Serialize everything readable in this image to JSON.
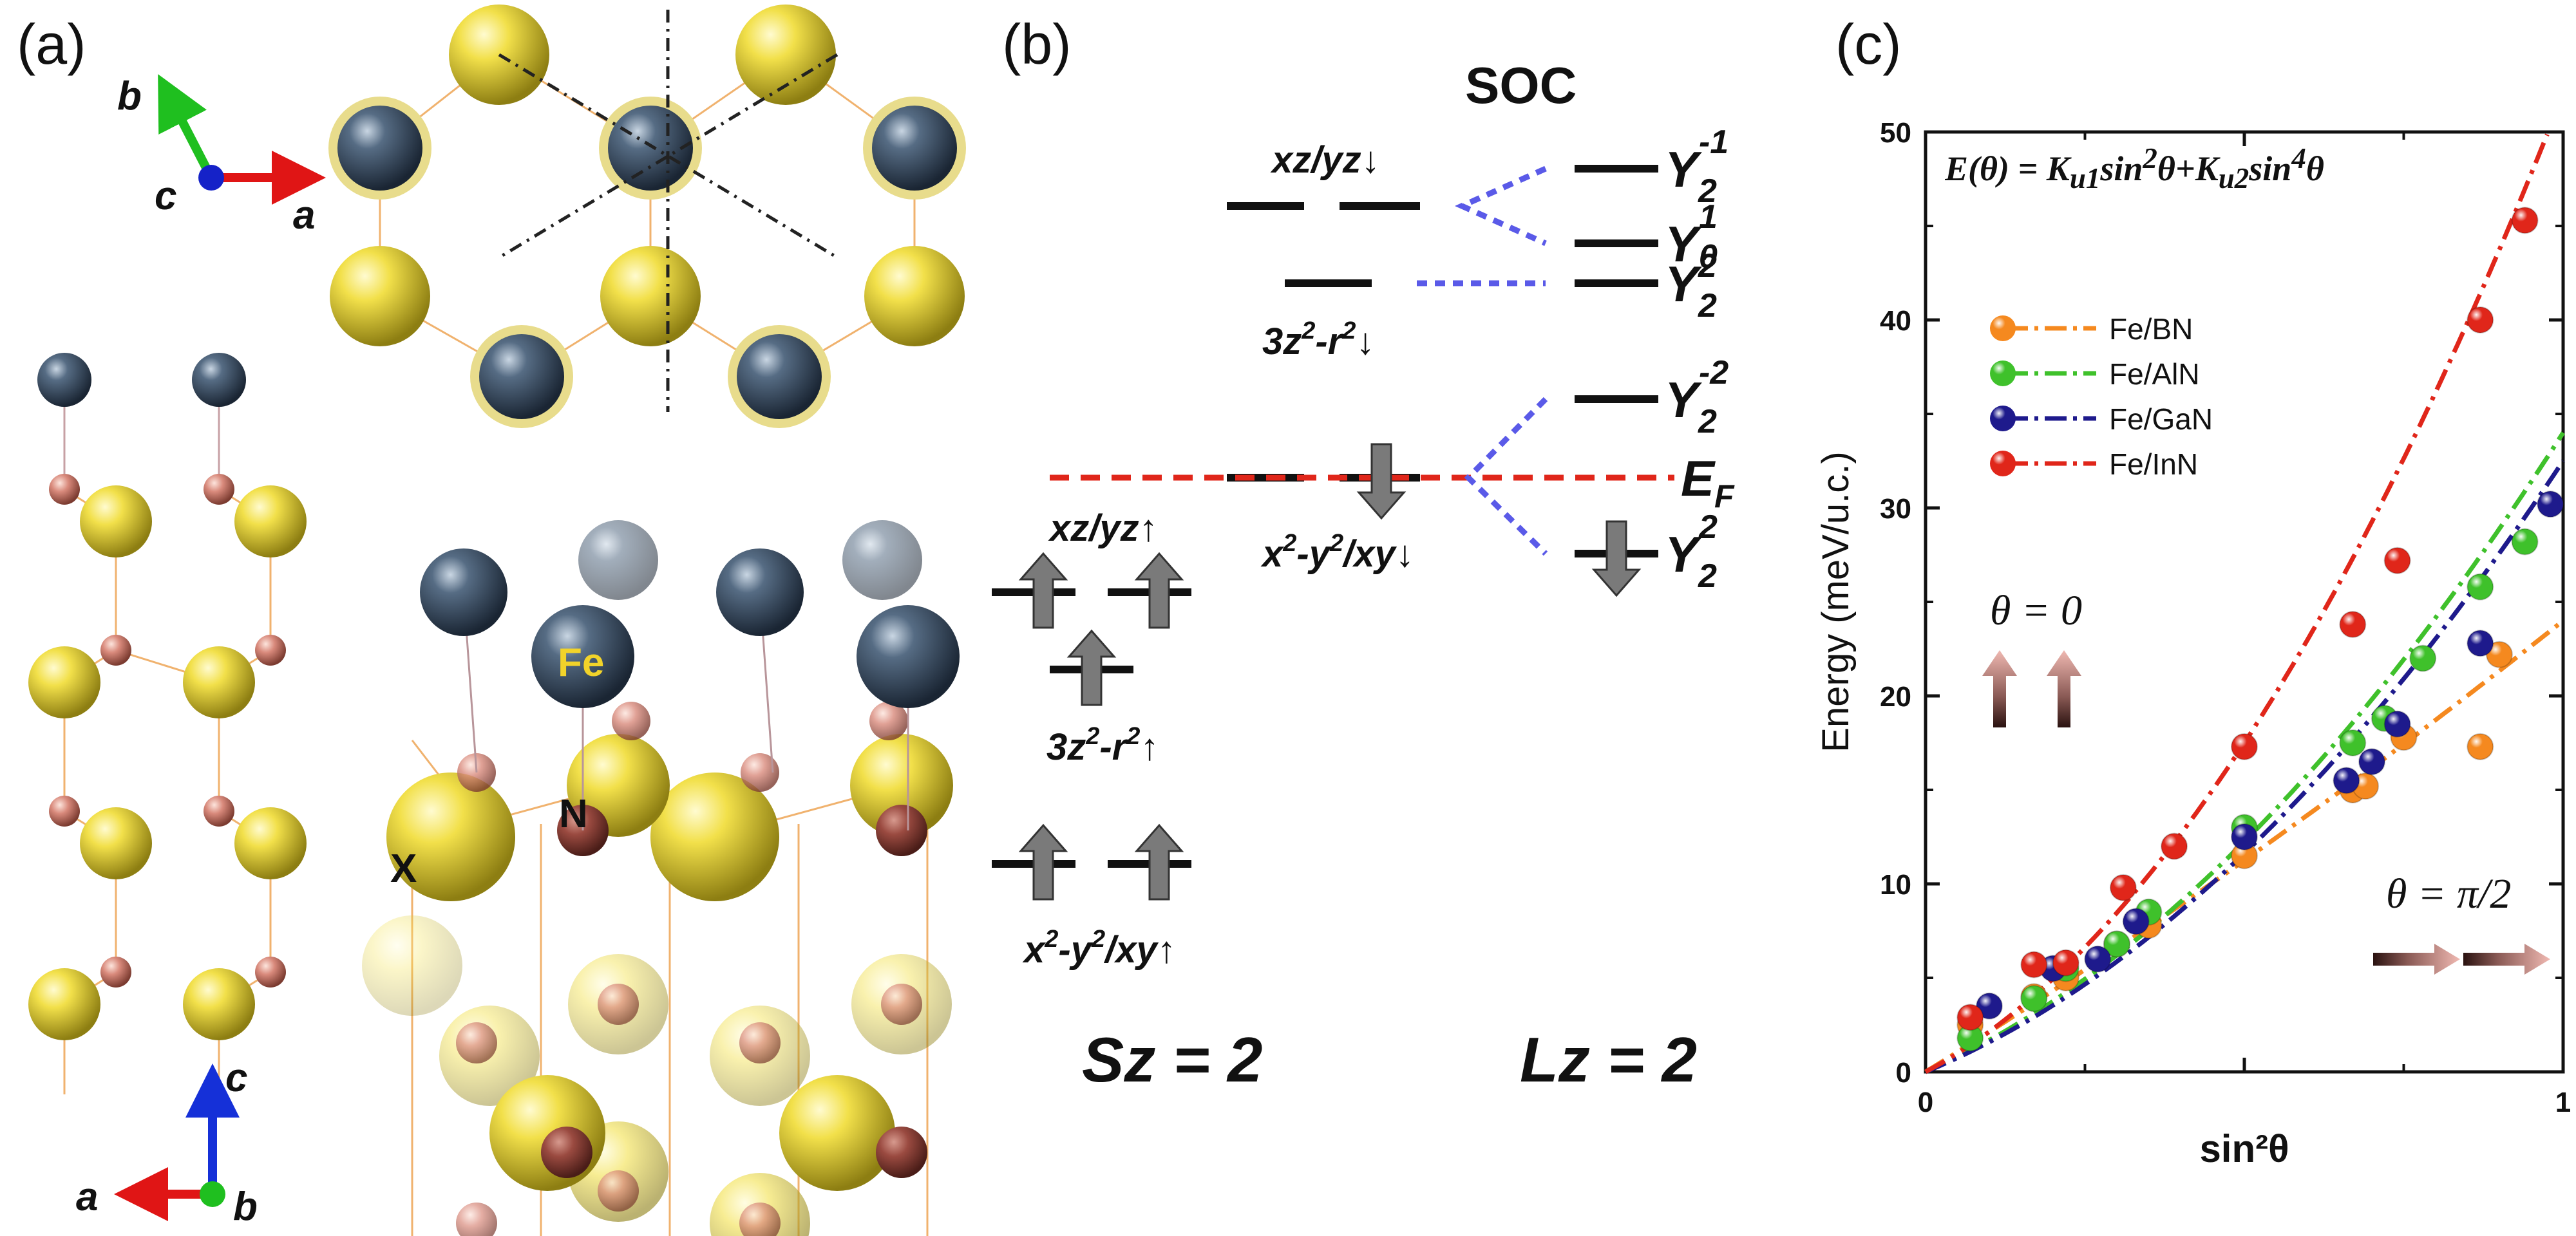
{
  "panel_a": {
    "label": "(a)",
    "axes_top": {
      "a": "a",
      "b": "b",
      "c": "c"
    },
    "axes_bottom": {
      "a": "a",
      "b": "b",
      "c": "c"
    },
    "atom_labels": {
      "fe": "Fe",
      "n": "N",
      "x": "X"
    },
    "colors": {
      "fe": "#3f566e",
      "x": "#e8d53c",
      "n": "#d98a7c"
    }
  },
  "panel_b": {
    "label": "(b)",
    "soc": "SOC",
    "ef": "E",
    "ef_sub": "F",
    "sz": "Sz = 2",
    "lz": "Lz = 2",
    "levels": {
      "xzyz_down": "xz/yz↓",
      "z2_down_a": "3z",
      "z2_down_b": "2",
      "z2_down_c": "-r",
      "z2_down_d": "2",
      "z2_down_e": "↓",
      "xy_down_a": "x",
      "xy_down_b": "2",
      "xy_down_c": "-y",
      "xy_down_d": "2",
      "xy_down_e": "/xy↓",
      "xzyz_up": "xz/yz↑",
      "z2_up_a": "3z",
      "z2_up_b": "2",
      "z2_up_c": "-r",
      "z2_up_d": "2",
      "z2_up_e": "↑",
      "xy_up_a": "x",
      "xy_up_b": "2",
      "xy_up_c": "-y",
      "xy_up_d": "2",
      "xy_up_e": "/xy↑"
    },
    "y_states": [
      {
        "base": "Y",
        "sub": "2",
        "sup": "-1"
      },
      {
        "base": "Y",
        "sub": "2",
        "sup": "1"
      },
      {
        "base": "Y",
        "sub": "2",
        "sup": "0"
      },
      {
        "base": "Y",
        "sub": "2",
        "sup": "-2"
      },
      {
        "base": "Y",
        "sub": "2",
        "sup": "2"
      }
    ]
  },
  "panel_c": {
    "label": "(c)",
    "equation": "E(θ) = K<sub>u1</sub>sin<sup>2</sup>θ+K<sub>u2</sub>sin<sup>4</sup>θ",
    "theta0": "θ = 0",
    "theta90": "θ = π/2"
  },
  "chart_data": {
    "type": "scatter",
    "xlabel": "sin²θ",
    "ylabel": "Energy (meV/u.c.)",
    "xlim": [
      0,
      1
    ],
    "ylim": [
      0,
      50
    ],
    "x_ticks": [
      "0",
      "1"
    ],
    "y_ticks": [
      "0",
      "10",
      "20",
      "30",
      "40",
      "50"
    ],
    "legend_position": "top-left",
    "series": [
      {
        "name": "Fe/BN",
        "color": "#f5891f",
        "points": [
          [
            0.07,
            2.5
          ],
          [
            0.17,
            4.0
          ],
          [
            0.22,
            5.0
          ],
          [
            0.3,
            6.8
          ],
          [
            0.35,
            7.8
          ],
          [
            0.5,
            11.5
          ],
          [
            0.67,
            15.0
          ],
          [
            0.69,
            15.2
          ],
          [
            0.75,
            17.8
          ],
          [
            0.87,
            17.3
          ],
          [
            0.9,
            22.2
          ]
        ],
        "fit": {
          "ku1": 21.0,
          "ku2": 3.0
        }
      },
      {
        "name": "Fe/AlN",
        "color": "#3fc12b",
        "points": [
          [
            0.07,
            1.8
          ],
          [
            0.17,
            3.9
          ],
          [
            0.22,
            5.5
          ],
          [
            0.3,
            6.8
          ],
          [
            0.35,
            8.5
          ],
          [
            0.5,
            13.0
          ],
          [
            0.67,
            17.5
          ],
          [
            0.72,
            18.8
          ],
          [
            0.78,
            22.0
          ],
          [
            0.87,
            25.8
          ],
          [
            0.94,
            28.2
          ]
        ],
        "fit": {
          "ku1": 15.0,
          "ku2": 19.0
        }
      },
      {
        "name": "Fe/GaN",
        "color": "#1e1a8c",
        "points": [
          [
            0.1,
            3.5
          ],
          [
            0.2,
            5.5
          ],
          [
            0.27,
            6.0
          ],
          [
            0.33,
            8.0
          ],
          [
            0.5,
            12.5
          ],
          [
            0.66,
            15.5
          ],
          [
            0.7,
            16.5
          ],
          [
            0.74,
            18.5
          ],
          [
            0.87,
            22.8
          ],
          [
            0.98,
            30.2
          ]
        ],
        "fit": {
          "ku1": 14.0,
          "ku2": 18.5
        }
      },
      {
        "name": "Fe/InN",
        "color": "#e0261a",
        "points": [
          [
            0.07,
            2.9
          ],
          [
            0.17,
            5.7
          ],
          [
            0.22,
            5.8
          ],
          [
            0.31,
            9.8
          ],
          [
            0.39,
            12.0
          ],
          [
            0.5,
            17.3
          ],
          [
            0.67,
            23.8
          ],
          [
            0.74,
            27.2
          ],
          [
            0.87,
            40.0
          ],
          [
            0.94,
            45.3
          ]
        ],
        "fit": {
          "ku1": 18.0,
          "ku2": 34.0
        }
      }
    ]
  }
}
